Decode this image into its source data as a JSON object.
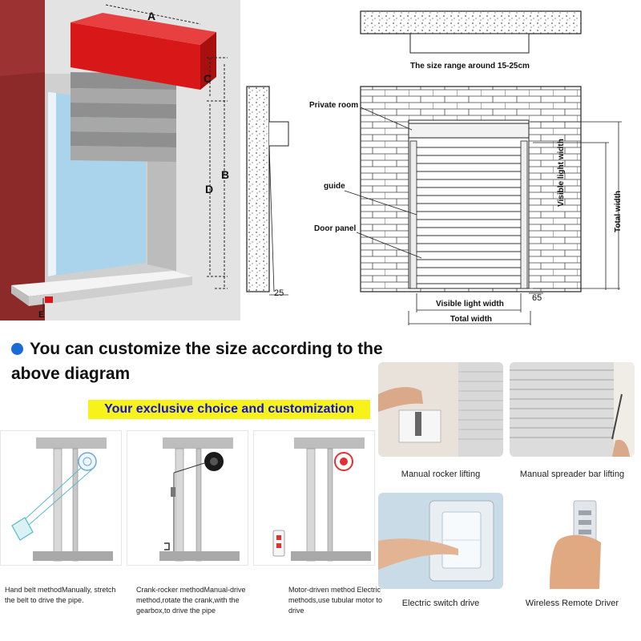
{
  "window_diagram": {
    "labels": {
      "a": "A",
      "b": "B",
      "c": "C",
      "d": "D",
      "e": "E"
    },
    "colors": {
      "box": "#d81818",
      "wall": "#8c2a2a",
      "glass": "#a9d4ec",
      "slat": "#9a9a9a"
    }
  },
  "cross_section": {
    "top_note": "The size range around 15-25cm",
    "dim_25": "25"
  },
  "front_view": {
    "private_room": "Private room",
    "guide": "guide",
    "door_panel": "Door panel",
    "visible_light_width_h": "Visible light width",
    "total_width_h": "Total width",
    "visible_light_width_v": "Visible light width",
    "total_width_v": "Total width",
    "dim_65": "65"
  },
  "heading": {
    "text": "You can customize the size according to the above diagram",
    "dot_color": "#1a6bd6"
  },
  "highlight": {
    "text": "Your exclusive choice and customization",
    "bg": "#f7f21a",
    "color": "#1212d6"
  },
  "methods": [
    {
      "caption": "Hand belt methodManually, stretch the belt to drive the pipe."
    },
    {
      "caption": "Crank-rocker methodManual-drive method,rotate the crank,with the gearbox,to drive the pipe"
    },
    {
      "caption": "Motor-driven method Electric methods,use tubular motor to drive"
    }
  ],
  "photos": [
    {
      "caption": "Manual rocker lifting"
    },
    {
      "caption": "Manual spreader bar lifting"
    },
    {
      "caption": "Electric switch drive"
    },
    {
      "caption": "Wireless Remote Driver"
    }
  ]
}
